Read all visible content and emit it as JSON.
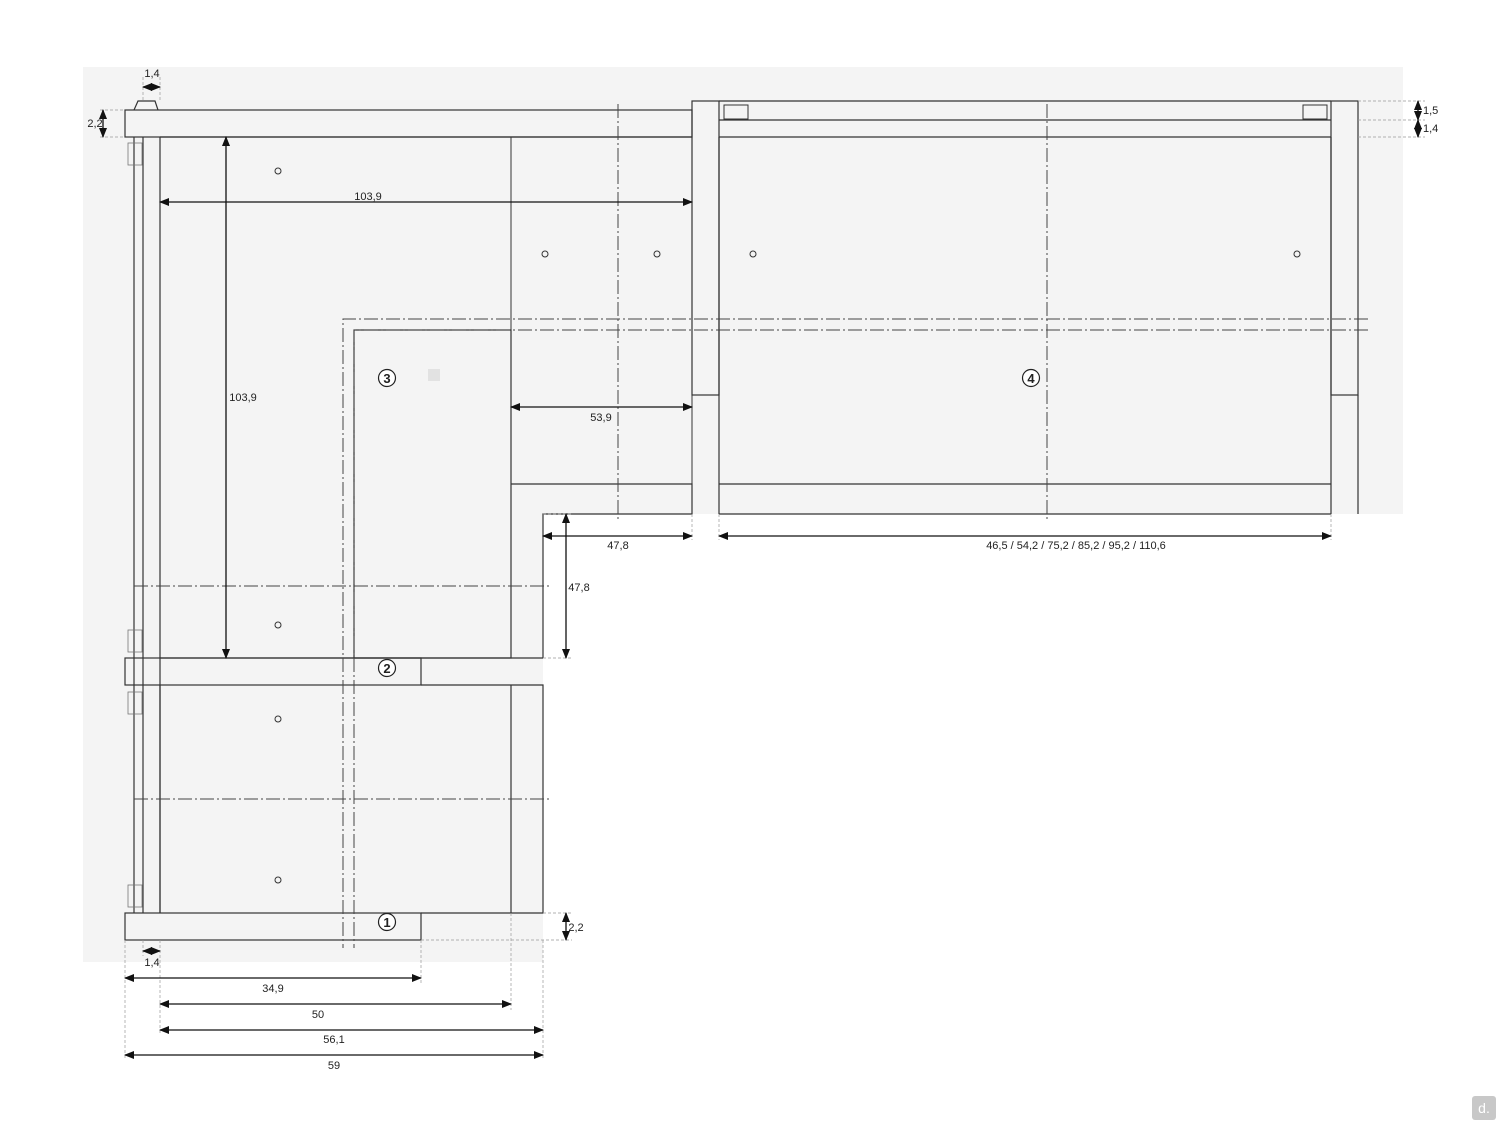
{
  "dimensions": {
    "top_thickness": "1,4",
    "left_depth": "2,2",
    "right_rail_upper": "1,5",
    "right_rail_lower": "1,4",
    "top_width": "103,9",
    "left_height": "103,9",
    "inner_width": "53,9",
    "corner_width": "47,8",
    "corner_height": "47,8",
    "module_widths": "46,5 / 54,2 /  75,2 / 85,2 / 95,2 / 110,6",
    "bottom_depth": "2,2",
    "bottom_thickness": "1,4",
    "width_a": "34,9",
    "width_b": "50",
    "width_c": "56,1",
    "width_d": "59"
  },
  "markers": {
    "m1": "1",
    "m2": "2",
    "m3": "3",
    "m4": "4"
  },
  "colors": {
    "panel_background": "#f4f4f4",
    "line": "#333333"
  },
  "logo": {
    "icon": "brand-logo-icon",
    "glyph": "d."
  }
}
